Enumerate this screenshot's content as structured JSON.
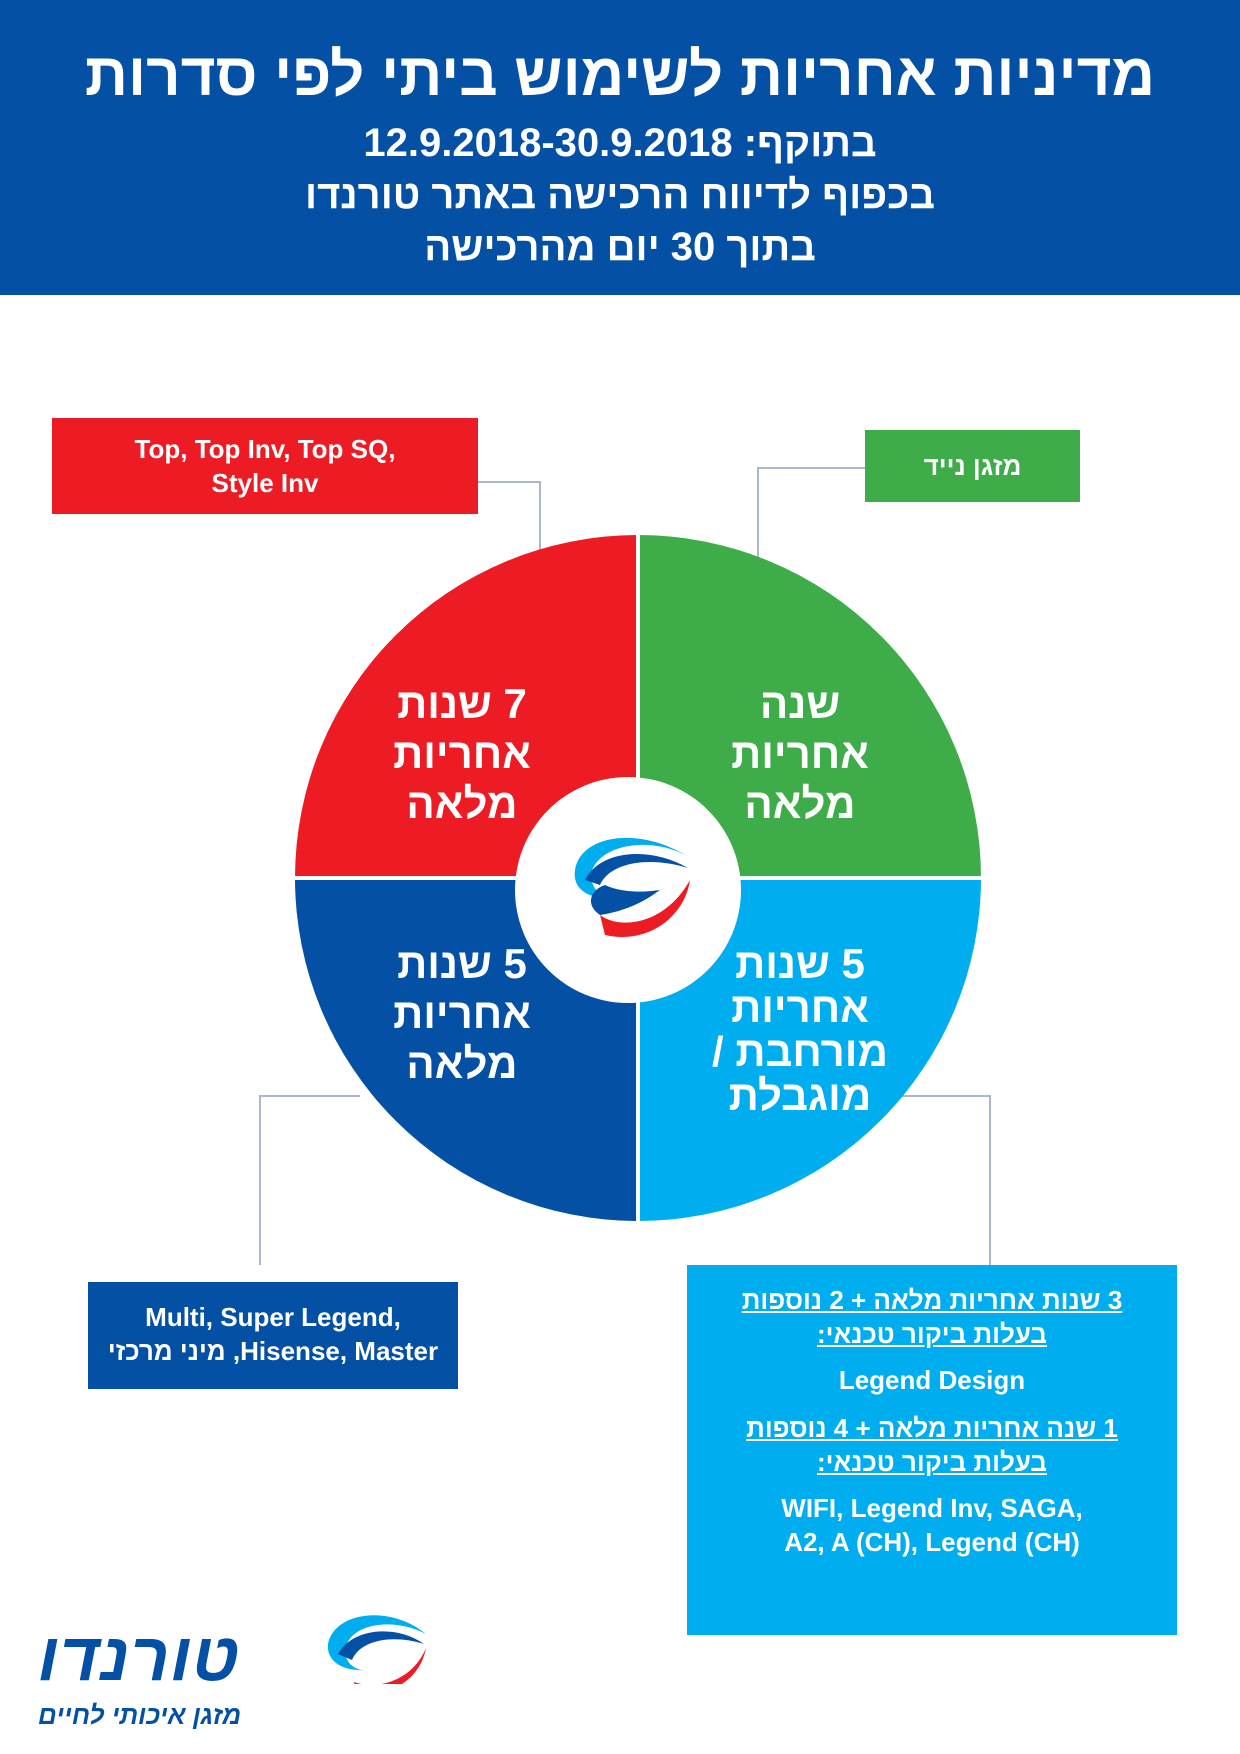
{
  "header": {
    "title": "מדיניות אחריות לשימוש ביתי לפי סדרות",
    "validity": "בתוקף: 12.9.2018-30.9.2018",
    "condition": "בכפוף לדיווח הרכישה באתר טורנדו",
    "deadline": "בתוך 30 יום מהרכישה"
  },
  "quadrants": {
    "top_left": {
      "lines": [
        "7 שנות",
        "אחריות",
        "מלאה"
      ],
      "color": "#ed1c24"
    },
    "top_right": {
      "lines": [
        "שנה",
        "אחריות",
        "מלאה"
      ],
      "color": "#3fac4a"
    },
    "bottom_left": {
      "lines": [
        "5 שנות",
        "אחריות",
        "מלאה"
      ],
      "color": "#0450a4"
    },
    "bottom_right": {
      "lines": [
        "5 שנות",
        "אחריות",
        "מורחבת /",
        "מוגבלת"
      ],
      "color": "#00aeef"
    }
  },
  "boxes": {
    "red": {
      "line1": "Top, Top Inv, Top SQ,",
      "line2": "Style Inv"
    },
    "green": {
      "text": "מזגן נייד"
    },
    "navy": {
      "line1": "Multi, Super Legend,",
      "line2": "Hisense, Master, מיני מרכזי"
    },
    "cyan": {
      "heading1_line1": "3 שנות אחריות מלאה + 2 נוספות",
      "heading1_line2": "בעלות ביקור טכנאי:",
      "models1": "Legend Design",
      "heading2_line1": "1 שנה אחריות מלאה + 4 נוספות",
      "heading2_line2": "בעלות ביקור טכנאי:",
      "models2_line1": "WIFI, Legend Inv, SAGA,",
      "models2_line2": "A2, A (CH), Legend (CH)"
    }
  },
  "logo": {
    "name": "טורנדו",
    "tagline": "מזגן איכותי לחיים"
  },
  "colors": {
    "connector": "#a9b6cc",
    "brand_blue": "#0450a4",
    "brand_red": "#ed1c24"
  }
}
